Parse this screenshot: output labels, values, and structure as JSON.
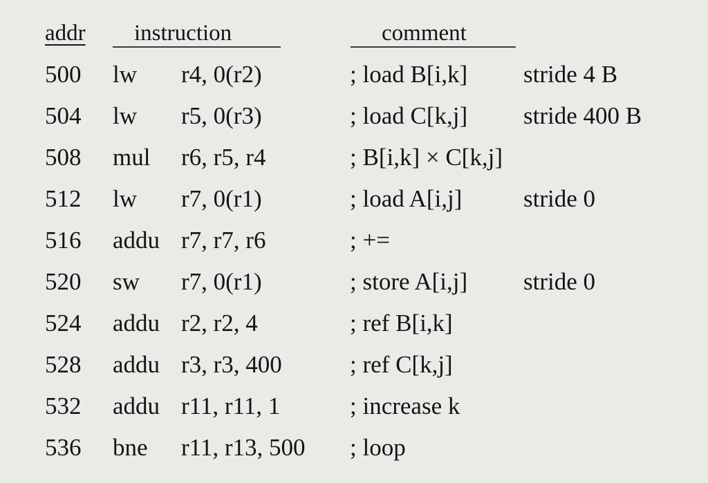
{
  "headers": {
    "addr": "addr",
    "instruction": "instruction",
    "comment": "comment"
  },
  "rows": [
    {
      "addr": "500",
      "op": "lw",
      "args": "r4, 0(r2)",
      "comment": "; load B[i,k]",
      "stride": "stride 4 B"
    },
    {
      "addr": "504",
      "op": "lw",
      "args": "r5, 0(r3)",
      "comment": "; load C[k,j]",
      "stride": "stride 400 B"
    },
    {
      "addr": "508",
      "op": "mul",
      "args": "r6, r5, r4",
      "comment": "; B[i,k] × C[k,j]",
      "stride": ""
    },
    {
      "addr": "512",
      "op": "lw",
      "args": "r7, 0(r1)",
      "comment": "; load A[i,j]",
      "stride": "stride 0"
    },
    {
      "addr": "516",
      "op": "addu",
      "args": "r7, r7, r6",
      "comment": "; +=",
      "stride": ""
    },
    {
      "addr": "520",
      "op": "sw",
      "args": "r7, 0(r1)",
      "comment": "; store A[i,j]",
      "stride": "stride 0"
    },
    {
      "addr": "524",
      "op": "addu",
      "args": "r2, r2, 4",
      "comment": "; ref B[i,k]",
      "stride": ""
    },
    {
      "addr": "528",
      "op": "addu",
      "args": "r3, r3, 400",
      "comment": "; ref C[k,j]",
      "stride": ""
    },
    {
      "addr": "532",
      "op": "addu",
      "args": "r11, r11, 1",
      "comment": "; increase k",
      "stride": ""
    },
    {
      "addr": "536",
      "op": "bne",
      "args": "r11, r13, 500",
      "comment": "; loop",
      "stride": ""
    }
  ]
}
